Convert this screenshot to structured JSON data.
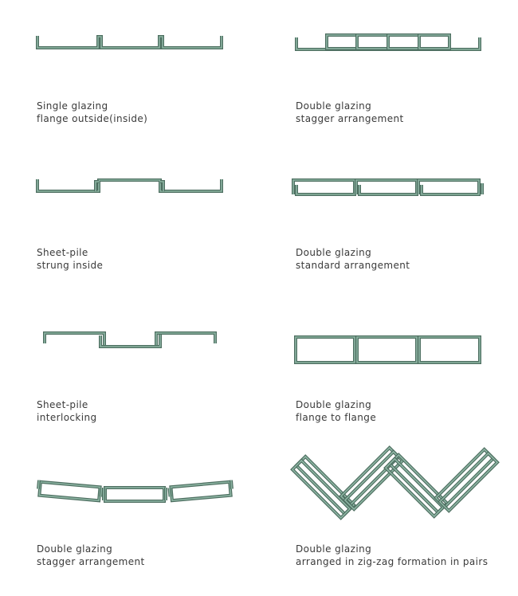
{
  "colors": {
    "profile_outer": "#4d6e60",
    "profile_inner": "#8db5a3",
    "caption_text": "#3a3a3a",
    "background": "#ffffff"
  },
  "panels": [
    {
      "id": "single-glazing-flange-outside",
      "line1": "Single glazing",
      "line2": "flange outside(inside)"
    },
    {
      "id": "double-glazing-stagger-1",
      "line1": "Double glazing",
      "line2": "stagger arrangement"
    },
    {
      "id": "sheet-pile-strung-inside",
      "line1": "Sheet-pile",
      "line2": "strung inside"
    },
    {
      "id": "double-glazing-standard",
      "line1": "Double glazing",
      "line2": "standard arrangement"
    },
    {
      "id": "sheet-pile-interlocking",
      "line1": "Sheet-pile",
      "line2": "interlocking"
    },
    {
      "id": "double-glazing-flange-to-flange",
      "line1": "Double glazing",
      "line2": "flange to flange"
    },
    {
      "id": "double-glazing-stagger-curved",
      "line1": "Double glazing",
      "line2": "stagger arrangement"
    },
    {
      "id": "double-glazing-zigzag-pairs",
      "line1": "Double glazing",
      "line2": "arranged in zig-zag formation in pairs"
    }
  ]
}
